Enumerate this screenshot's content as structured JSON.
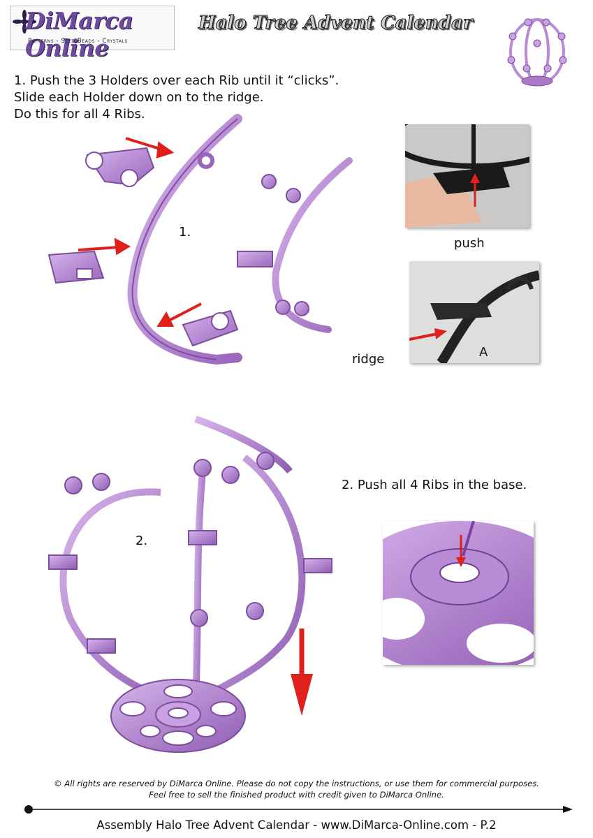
{
  "header": {
    "logo_name": "DiMarca Online",
    "logo_tagline": "Patterns - Seed Beads - Crystals",
    "title": "Halo Tree Advent Calendar",
    "thumbnail_icon": "halo-tree-icon"
  },
  "step1": {
    "lines": [
      "1. Push the 3 Holders over each Rib until it “clicks”.",
      "Slide each Holder down on to the ridge.",
      "Do this for all 4 Ribs."
    ],
    "figure_label": "1.",
    "photo_push_label": "push",
    "photo_ridge_label": "ridge",
    "photo_ridge_marker": "A"
  },
  "step2": {
    "instruction": "2. Push all 4 Ribs in the base.",
    "figure_label": "2."
  },
  "footer": {
    "copyright_line1": "© All rights are reserved by DiMarca Online. Please do not copy the instructions, or use them for commercial purposes.",
    "copyright_line2": "Feel free to sell the finished product with credit given to DiMarca Online.",
    "page_line": "Assembly Halo Tree Advent Calendar - www.DiMarca-Online.com - P.2"
  },
  "colors": {
    "purple": "#b98ad6",
    "purple_dark": "#7d4e9e",
    "arrow_red": "#e0201c",
    "logo_purple": "#6b4aa0"
  }
}
